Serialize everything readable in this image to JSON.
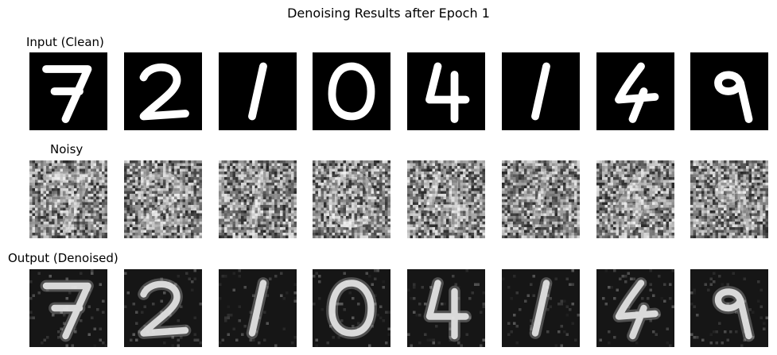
{
  "figure": {
    "title": "Denoising Results after Epoch 1"
  },
  "rows": [
    {
      "label": "Input (Clean)",
      "digits": [
        "7",
        "2",
        "1",
        "0",
        "4",
        "1",
        "4",
        "9"
      ]
    },
    {
      "label": "Noisy",
      "digits": [
        "7",
        "2",
        "1",
        "0",
        "4",
        "1",
        "4",
        "9"
      ]
    },
    {
      "label": "Output (Denoised)",
      "digits": [
        "7",
        "2",
        "1",
        "0",
        "4",
        "1",
        "4",
        "9"
      ]
    }
  ],
  "colors": {
    "clean_background": "#000000",
    "stroke": "#ffffff",
    "noisy_background": "#777777",
    "denoised_background": "#161616"
  }
}
